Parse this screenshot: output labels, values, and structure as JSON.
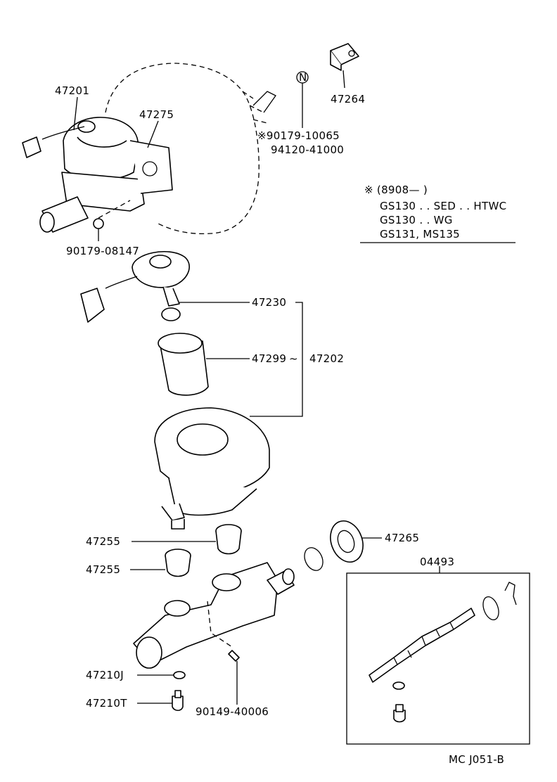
{
  "labels": {
    "p47201": "47201",
    "p47275": "47275",
    "p47264": "47264",
    "p90179_10065": "※90179-10065",
    "p94120": "94120-41000",
    "p90179_08147": "90179-08147",
    "p47230": "47230",
    "p47299": "47299",
    "p47202": "47202",
    "p47255a": "47255",
    "p47255b": "47255",
    "p47265": "47265",
    "p04493": "04493",
    "p47210J": "47210J",
    "p47210T": "47210T",
    "p90149": "90149-40006",
    "tilde": "~",
    "n_symbol": "N"
  },
  "note": {
    "line1": "※ (8908—        )",
    "line2": "GS130 . . SED . . HTWC",
    "line3": "GS130 . . WG",
    "line4": "GS131, MS135"
  },
  "footer": {
    "code": "MC   J051-B"
  }
}
